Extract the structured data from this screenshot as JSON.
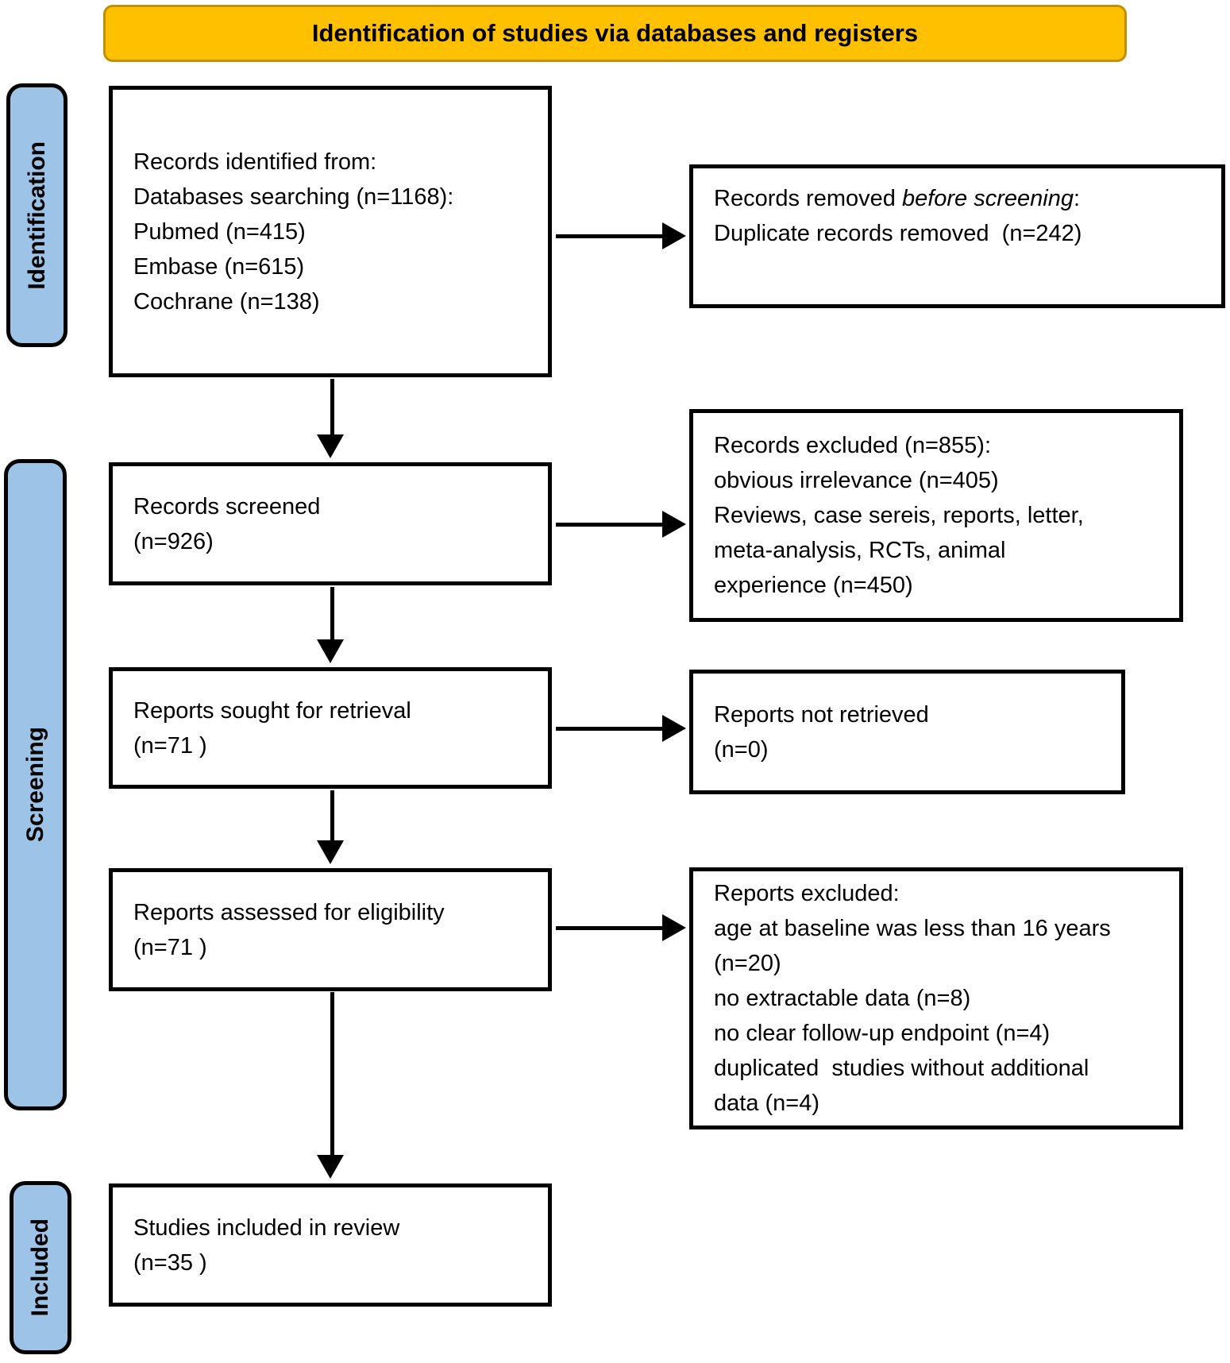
{
  "title_banner": {
    "label": "Identification of studies via databases and registers"
  },
  "stage_labels": {
    "identification": "Identification",
    "screening": "Screening",
    "included": "Included"
  },
  "colors": {
    "banner_fill": "#FFC000",
    "banner_border": "#BF9000",
    "stage_fill": "#9DC3E6",
    "box_border": "#000000",
    "arrow": "#000000"
  },
  "flow": {
    "records_identified": {
      "lines": [
        "Records identified from:",
        "Databases searching (n=1168):",
        "Pubmed (n=415)",
        "Embase (n=615)",
        "Cochrane (n=138)"
      ]
    },
    "records_removed": {
      "line1_prefix": "Records removed ",
      "line1_italic": "before screening",
      "line1_suffix": ":",
      "line2": "Duplicate records removed  (n=242)"
    },
    "records_screened": {
      "lines": [
        "Records screened",
        "(n=926)"
      ]
    },
    "records_excluded": {
      "lines": [
        "Records excluded (n=855):",
        "obvious irrelevance (n=405)",
        "Reviews, case sereis, reports, letter,",
        "meta-analysis, RCTs, animal",
        "experience (n=450)"
      ]
    },
    "reports_sought": {
      "lines": [
        "Reports sought for retrieval",
        "(n=71 )"
      ]
    },
    "reports_not_retrieved": {
      "lines": [
        "Reports not retrieved",
        "(n=0)"
      ]
    },
    "reports_assessed": {
      "lines": [
        "Reports assessed for eligibility",
        "(n=71 )"
      ]
    },
    "reports_excluded": {
      "lines": [
        "Reports excluded:",
        "age at baseline was less than 16 years",
        "(n=20)",
        "no extractable data (n=8)",
        "no clear follow-up endpoint (n=4)",
        "duplicated  studies without additional",
        "data (n=4)"
      ]
    },
    "studies_included": {
      "lines": [
        "Studies included in review",
        "(n=35 )"
      ]
    }
  }
}
